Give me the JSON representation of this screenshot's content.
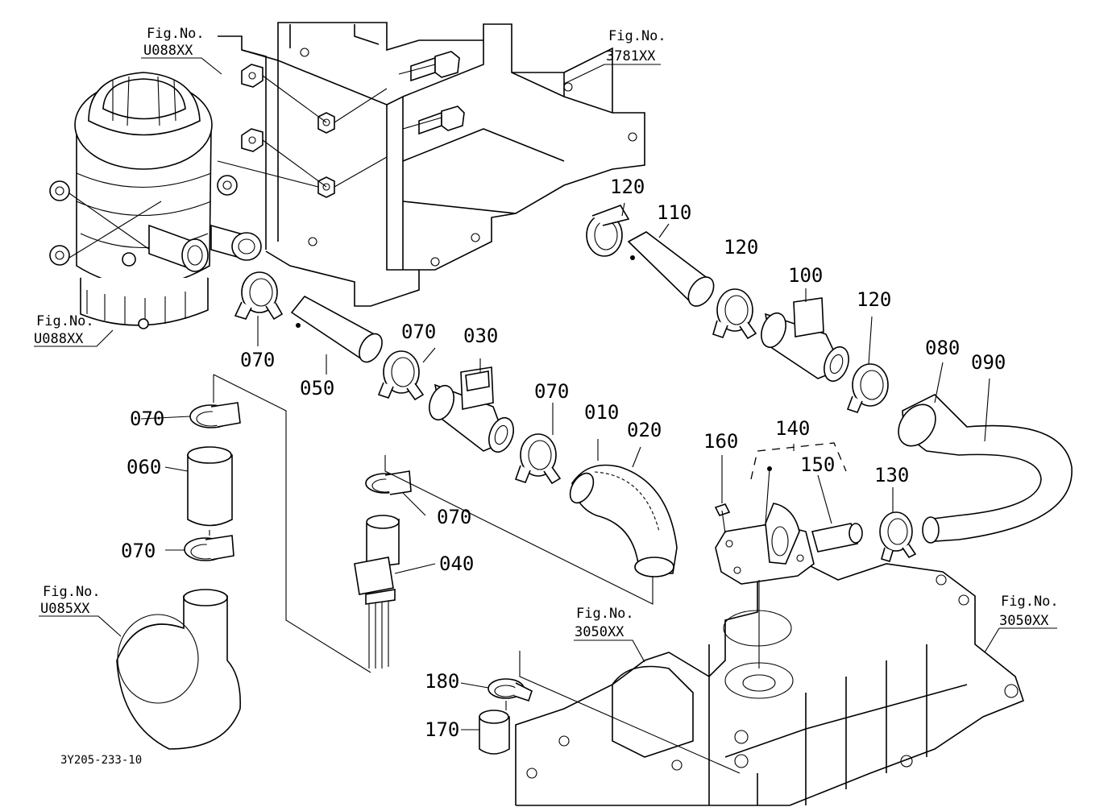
{
  "drawing_code": "3Y205-233-10",
  "figure_refs": [
    {
      "id": "fig-u088-top",
      "label": "Fig.No.",
      "code": "U088XX"
    },
    {
      "id": "fig-3781",
      "label": "Fig.No.",
      "code": "3781XX"
    },
    {
      "id": "fig-u088-left",
      "label": "Fig.No.",
      "code": "U088XX"
    },
    {
      "id": "fig-u085",
      "label": "Fig.No.",
      "code": "U085XX"
    },
    {
      "id": "fig-3050-mid",
      "label": "Fig.No.",
      "code": "3050XX"
    },
    {
      "id": "fig-3050-right",
      "label": "Fig.No.",
      "code": "3050XX"
    }
  ],
  "parts": [
    {
      "id": "p120a",
      "number": "120"
    },
    {
      "id": "p110",
      "number": "110"
    },
    {
      "id": "p120b",
      "number": "120"
    },
    {
      "id": "p100",
      "number": "100"
    },
    {
      "id": "p120c",
      "number": "120"
    },
    {
      "id": "p080",
      "number": "080"
    },
    {
      "id": "p090",
      "number": "090"
    },
    {
      "id": "p070a",
      "number": "070"
    },
    {
      "id": "p050",
      "number": "050"
    },
    {
      "id": "p070b",
      "number": "070"
    },
    {
      "id": "p030",
      "number": "030"
    },
    {
      "id": "p070c",
      "number": "070"
    },
    {
      "id": "p010",
      "number": "010"
    },
    {
      "id": "p020",
      "number": "020"
    },
    {
      "id": "p070d",
      "number": "070"
    },
    {
      "id": "p060",
      "number": "060"
    },
    {
      "id": "p070e",
      "number": "070"
    },
    {
      "id": "p070f",
      "number": "070"
    },
    {
      "id": "p040",
      "number": "040"
    },
    {
      "id": "p140",
      "number": "140"
    },
    {
      "id": "p160",
      "number": "160"
    },
    {
      "id": "p150",
      "number": "150"
    },
    {
      "id": "p130",
      "number": "130"
    },
    {
      "id": "p180",
      "number": "180"
    },
    {
      "id": "p170",
      "number": "170"
    }
  ]
}
